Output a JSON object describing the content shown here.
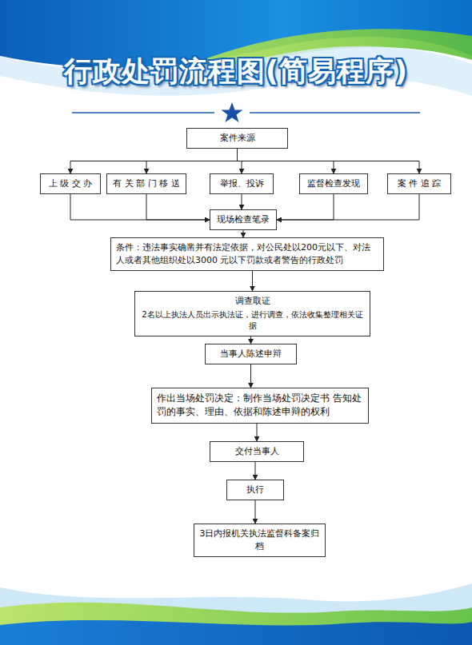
{
  "diagram": {
    "title": "行政处罚流程图(简易程序)",
    "nodes": [
      {
        "text": [
          "案件来源"
        ]
      },
      {
        "text": [
          "上 级 交 办"
        ]
      },
      {
        "text": [
          "有 关 部 门 移 送"
        ]
      },
      {
        "text": [
          "举报、投诉"
        ]
      },
      {
        "text": [
          "监督检查发现"
        ]
      },
      {
        "text": [
          "案 件 追 踪"
        ]
      },
      {
        "text": [
          "现场检查笔录"
        ]
      },
      {
        "text": [
          "条件：违法事实确凿并有法定依据，对公民处以200元以下、对法人或者其他组织处以3000 元以下罚款或者警告的行政处罚"
        ]
      },
      {
        "text": [
          "调查取证",
          "2名以上执法人员出示执法证，进行调查，依法收集整理相关证据"
        ]
      },
      {
        "text": [
          "当事人陈述申辩"
        ]
      },
      {
        "text": [
          "作出当场处罚决定：制作当场处罚决定书 告知处罚的事实、理由、依据和陈述申辩的权利"
        ]
      },
      {
        "text": [
          "交付当事人"
        ]
      },
      {
        "text": [
          "执行"
        ]
      },
      {
        "text": [
          "3日内报机关执法监督科备案归档"
        ]
      }
    ],
    "edges": [
      {
        "from": 0,
        "to": 1,
        "arrow": "to"
      },
      {
        "from": 0,
        "to": 2,
        "arrow": "to"
      },
      {
        "from": 0,
        "to": 3,
        "arrow": "to"
      },
      {
        "from": 0,
        "to": 4,
        "arrow": "to"
      },
      {
        "from": 0,
        "to": 5,
        "arrow": "to"
      },
      {
        "from": 1,
        "to": 6,
        "arrow": "to"
      },
      {
        "from": 2,
        "to": 6,
        "arrow": "to"
      },
      {
        "from": 3,
        "to": 6,
        "arrow": "to"
      },
      {
        "from": 4,
        "to": 6,
        "arrow": "to"
      },
      {
        "from": 5,
        "to": 6,
        "arrow": "to"
      },
      {
        "from": 6,
        "to": 7,
        "arrow": "to"
      },
      {
        "from": 7,
        "to": 8,
        "arrow": "to"
      },
      {
        "from": 8,
        "to": 9,
        "arrow": "to"
      },
      {
        "from": 9,
        "to": 10,
        "arrow": "to"
      },
      {
        "from": 10,
        "to": 11,
        "arrow": "to"
      },
      {
        "from": 11,
        "to": 12,
        "arrow": "to"
      },
      {
        "from": 12,
        "to": 13,
        "arrow": "to"
      }
    ]
  }
}
